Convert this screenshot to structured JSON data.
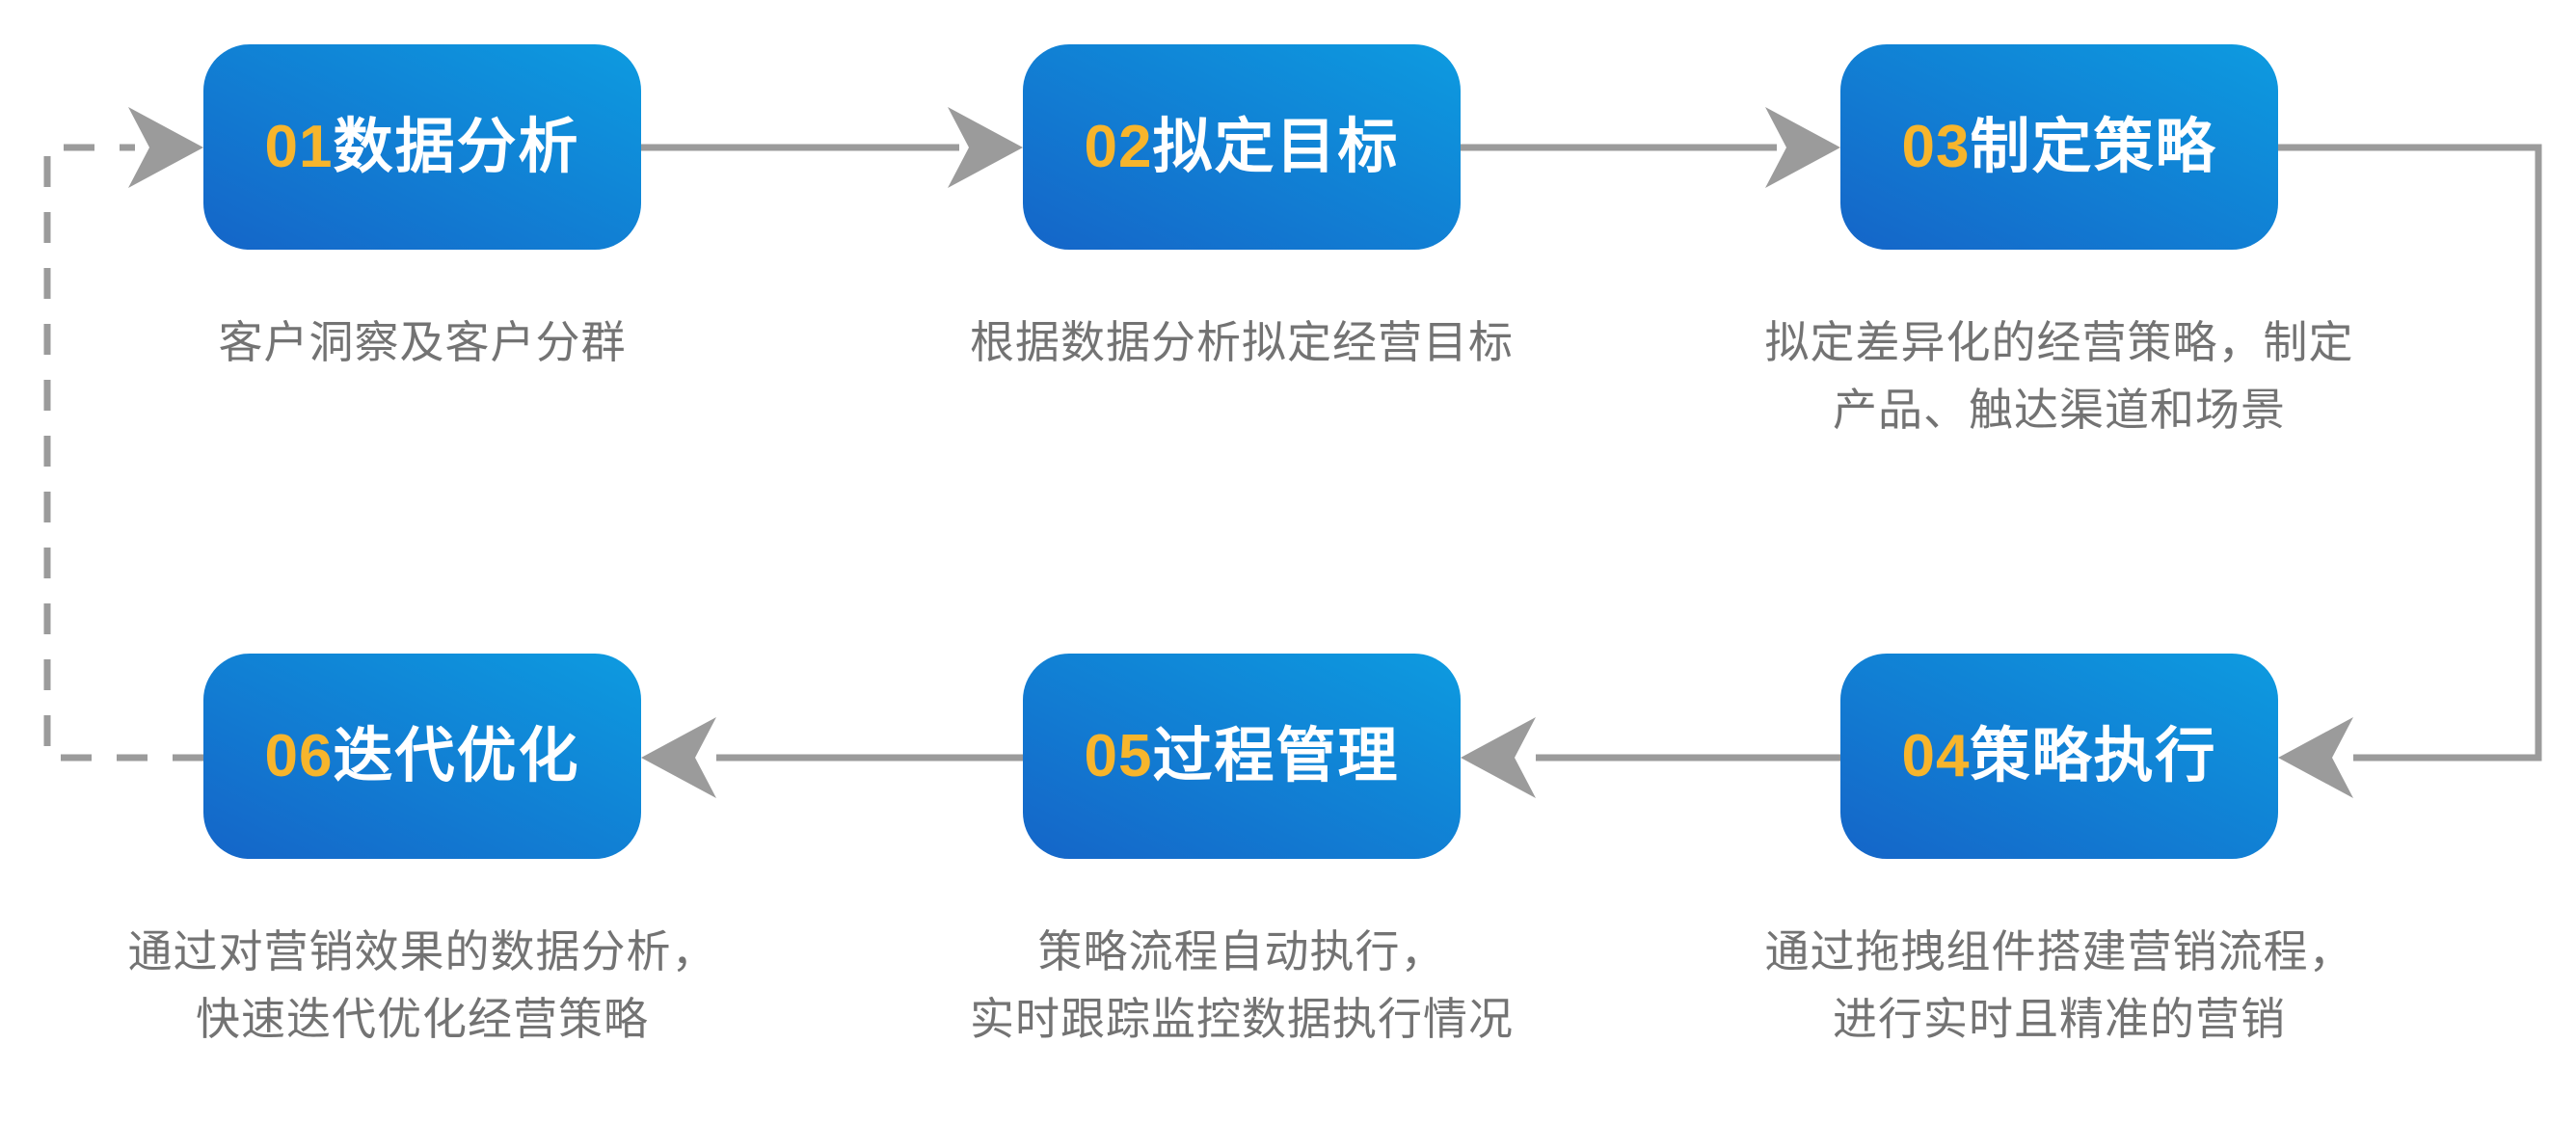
{
  "colors": {
    "box_gradient_start": "#0d9be0",
    "box_gradient_end": "#1565c8",
    "step_number": "#f7b52c",
    "step_title": "#ffffff",
    "connector": "#9b9b9b",
    "description": "#737373",
    "background": "#ffffff"
  },
  "steps": [
    {
      "number": "01",
      "title": "数据分析",
      "desc_lines": [
        "客户洞察及客户分群"
      ]
    },
    {
      "number": "02",
      "title": "拟定目标",
      "desc_lines": [
        "根据数据分析拟定经营目标"
      ]
    },
    {
      "number": "03",
      "title": "制定策略",
      "desc_lines": [
        "拟定差异化的经营策略，制定",
        "产品、触达渠道和场景"
      ]
    },
    {
      "number": "04",
      "title": "策略执行",
      "desc_lines": [
        "通过拖拽组件搭建营销流程，",
        "进行实时且精准的营销"
      ]
    },
    {
      "number": "05",
      "title": "过程管理",
      "desc_lines": [
        "策略流程自动执行，",
        "实时跟踪监控数据执行情况"
      ]
    },
    {
      "number": "06",
      "title": "迭代优化",
      "desc_lines": [
        "通过对营销效果的数据分析，",
        "快速迭代优化经营策略"
      ]
    }
  ],
  "connectors": [
    {
      "from": "01",
      "to": "02",
      "style": "solid-arrow"
    },
    {
      "from": "02",
      "to": "03",
      "style": "solid-arrow"
    },
    {
      "from": "03",
      "to": "04",
      "style": "solid-arrow-right-down"
    },
    {
      "from": "04",
      "to": "05",
      "style": "solid-arrow"
    },
    {
      "from": "05",
      "to": "06",
      "style": "solid-arrow"
    },
    {
      "from": "06",
      "to": "01",
      "style": "dashed-arrow-left-up"
    }
  ]
}
